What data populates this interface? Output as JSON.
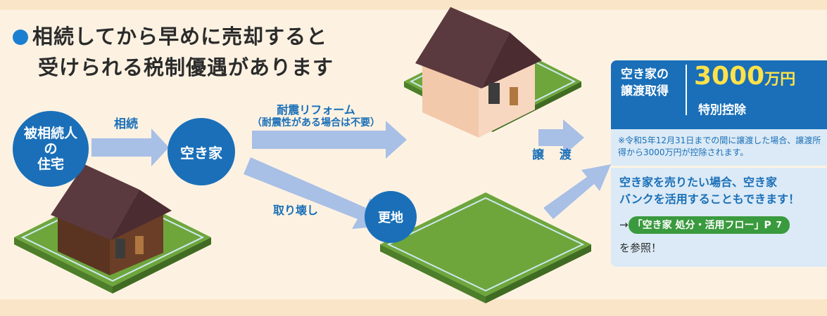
{
  "headline": {
    "line1": "相続してから早めに売却すると",
    "line2": "受けられる税制優遇があります"
  },
  "nodes": {
    "origin_line1": "被相続人",
    "origin_line2": "の",
    "origin_line3": "住宅",
    "empty_house": "空き家",
    "vacant_lot": "更地"
  },
  "arrows": {
    "inherit": "相続",
    "reform": "耐震リフォーム",
    "reform_note": "（耐震性がある場合は不要）",
    "demolish": "取り壊し",
    "transfer": "譲 渡"
  },
  "panel": {
    "title_line1": "空き家の",
    "title_line2": "譲渡取得",
    "amount_number": "3000",
    "amount_unit": "万円",
    "amount_label": "特別控除",
    "note": "※令和5年12月31日までの間に譲渡した場合、譲渡所得から3000万円が控除されます。",
    "bank_line1": "空き家を売りたい場合、空き家",
    "bank_line2": "バンクを活用することもできます！",
    "ref_arrow": "→",
    "ref_tag": "「空き家 処分・活用フロー」",
    "ref_page": "P",
    "ref_page_number": "7",
    "see": "を参照！"
  },
  "colors": {
    "primary": "#1a6fb8",
    "accent_yellow": "#ffe24a",
    "green": "#3a9a3e",
    "background": "#fdf2e2"
  }
}
